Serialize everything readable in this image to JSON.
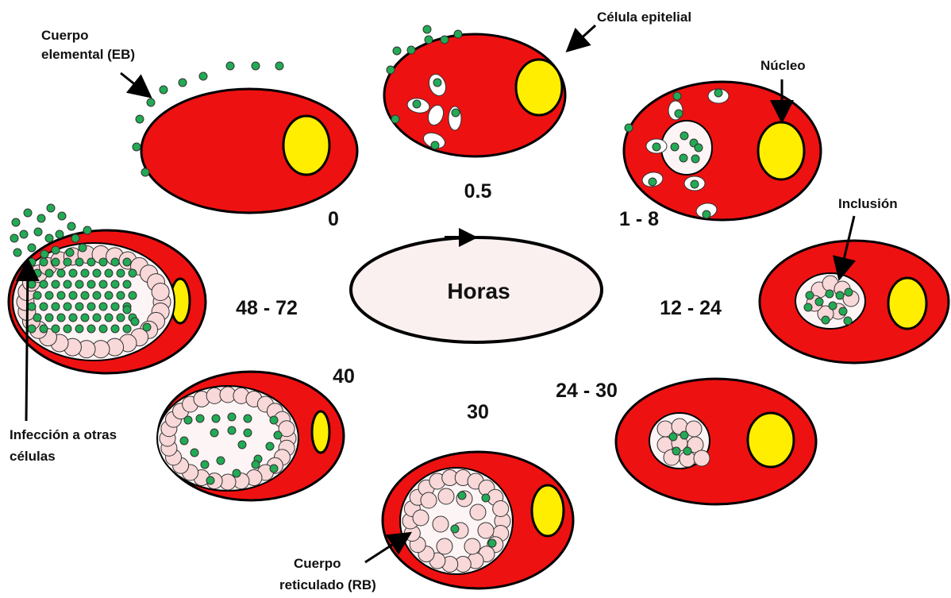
{
  "colors": {
    "cytoplasm": "#ee1111",
    "nucleus": "#ffee00",
    "inclusion": "#fdf5f5",
    "elementary_body": "#22aa55",
    "reticulate_body": "#f8d8d8",
    "center_fill": "#fbf0f0",
    "outline": "#000000"
  },
  "center_label": "Horas",
  "time_labels": [
    "0",
    "0.5",
    "1 - 8",
    "12 - 24",
    "24 - 30",
    "30",
    "40",
    "48 - 72"
  ],
  "annotations": {
    "elementary_body_line1": "Cuerpo",
    "elementary_body_line2": "elemental (EB)",
    "epithelial_cell": "Célula epitelial",
    "nucleus": "Núcleo",
    "inclusion": "Inclusión",
    "reticulate_body_line1": "Cuerpo",
    "reticulate_body_line2": "reticulado (RB)",
    "infection_line1": "Infección a otras",
    "infection_line2": "células"
  },
  "icons": {
    "arrow": "arrow-icon",
    "cycle_arrow": "cycle-arrow-icon"
  }
}
